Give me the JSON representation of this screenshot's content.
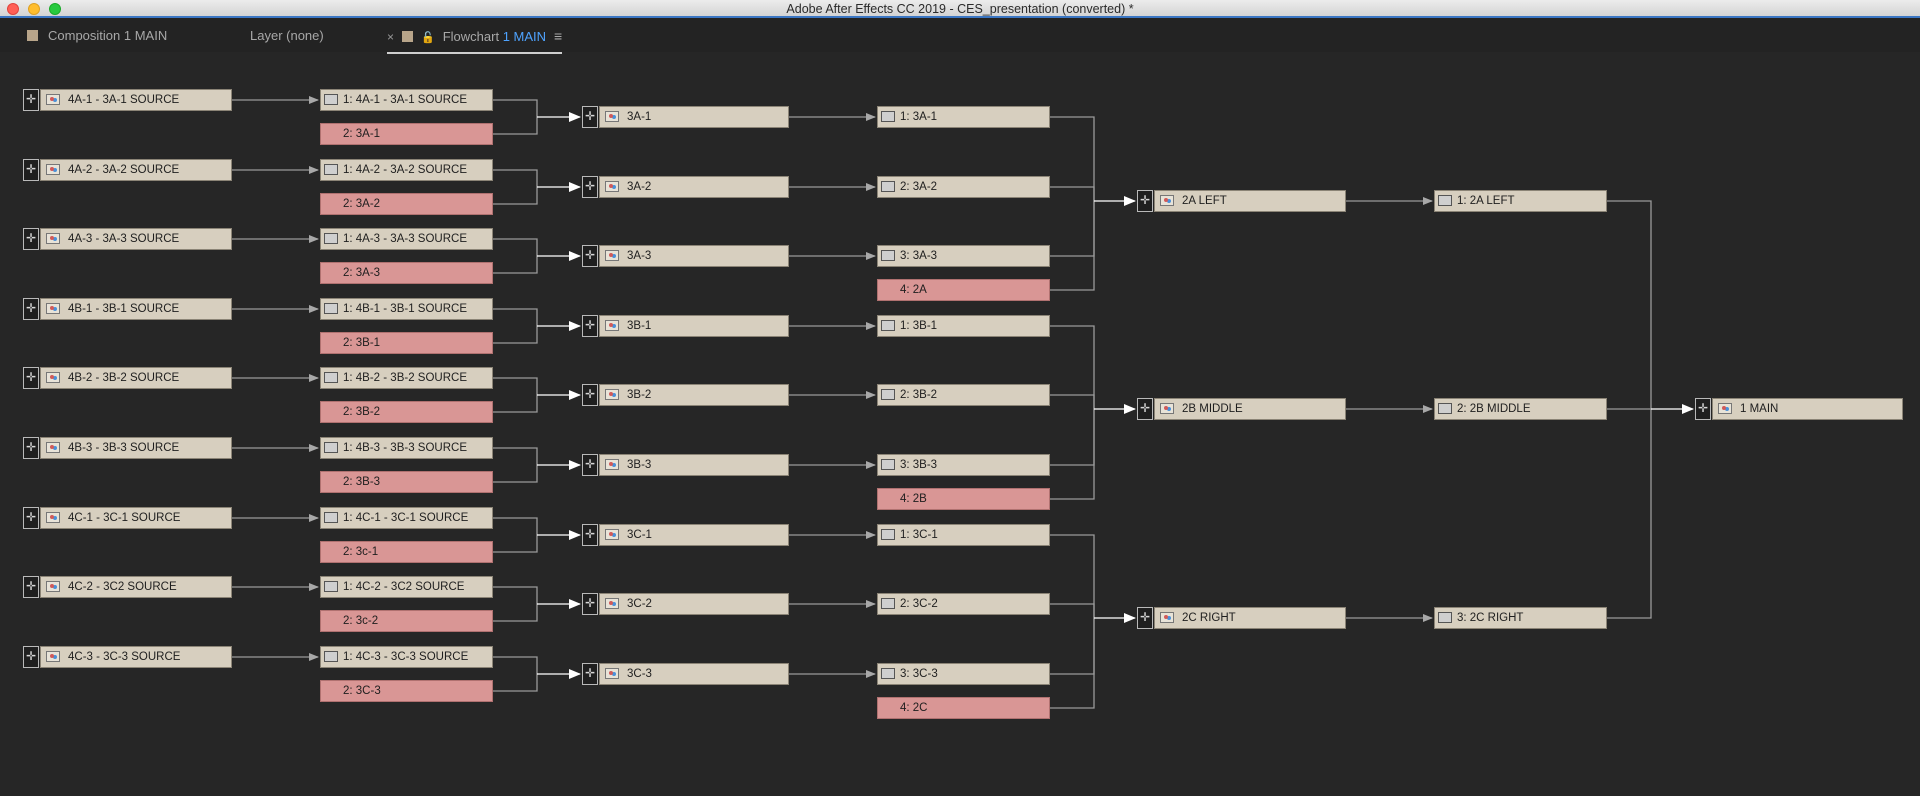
{
  "window": {
    "title": "Adobe After Effects CC 2019 - CES_presentation (converted) *"
  },
  "tabs": {
    "composition": {
      "label": "Composition 1 MAIN"
    },
    "layer": {
      "label": "Layer (none)"
    },
    "flowchart": {
      "close": "×",
      "label": "Flowchart",
      "accent": "1 MAIN"
    }
  },
  "icons": {
    "close": "close-icon",
    "lock": "lock-icon",
    "menu": "menu-icon",
    "expand": "expand-icon",
    "composition": "composition-icon",
    "layer": "layer-icon"
  },
  "colors": {
    "background": "#262626",
    "comp_node": "#d7cfbf",
    "solid_node": "#d99695",
    "accent": "#4ea3ff",
    "link": "#9a9a9a"
  },
  "flowchart": {
    "sources": [
      "4A-1 - 3A-1 SOURCE",
      "4A-2 - 3A-2 SOURCE",
      "4A-3 - 3A-3 SOURCE",
      "4B-1 - 3B-1 SOURCE",
      "4B-2 - 3B-2 SOURCE",
      "4B-3 - 3B-3 SOURCE",
      "4C-1 - 3C-1 SOURCE",
      "4C-2 - 3C2 SOURCE",
      "4C-3 - 3C-3 SOURCE"
    ],
    "source_layers": [
      "1: 4A-1 - 3A-1 SOURCE",
      "1: 4A-2 - 3A-2 SOURCE",
      "1: 4A-3 - 3A-3 SOURCE",
      "1: 4B-1 - 3B-1 SOURCE",
      "1: 4B-2 - 3B-2 SOURCE",
      "1: 4B-3 - 3B-3 SOURCE",
      "1: 4C-1 - 3C-1 SOURCE",
      "1: 4C-2 - 3C2 SOURCE",
      "1: 4C-3 - 3C-3 SOURCE"
    ],
    "solid_layers": [
      "2: 3A-1",
      "2: 3A-2",
      "2: 3A-3",
      "2: 3B-1",
      "2: 3B-2",
      "2: 3B-3",
      "2: 3c-1",
      "2: 3c-2",
      "2: 3C-3"
    ],
    "level3_comps": [
      "3A-1",
      "3A-2",
      "3A-3",
      "3B-1",
      "3B-2",
      "3B-3",
      "3C-1",
      "3C-2",
      "3C-3"
    ],
    "level3_layers": [
      "1: 3A-1",
      "2: 3A-2",
      "3: 3A-3",
      "1: 3B-1",
      "2: 3B-2",
      "3: 3B-3",
      "1: 3C-1",
      "2: 3C-2",
      "3: 3C-3"
    ],
    "level2_solids": [
      "4: 2A",
      "4: 2B",
      "4: 2C"
    ],
    "level2_comps": [
      "2A LEFT",
      "2B MIDDLE",
      "2C RIGHT"
    ],
    "level2_layers": [
      "1: 2A LEFT",
      "2: 2B MIDDLE",
      "3: 2C RIGHT"
    ],
    "main": "1 MAIN"
  }
}
